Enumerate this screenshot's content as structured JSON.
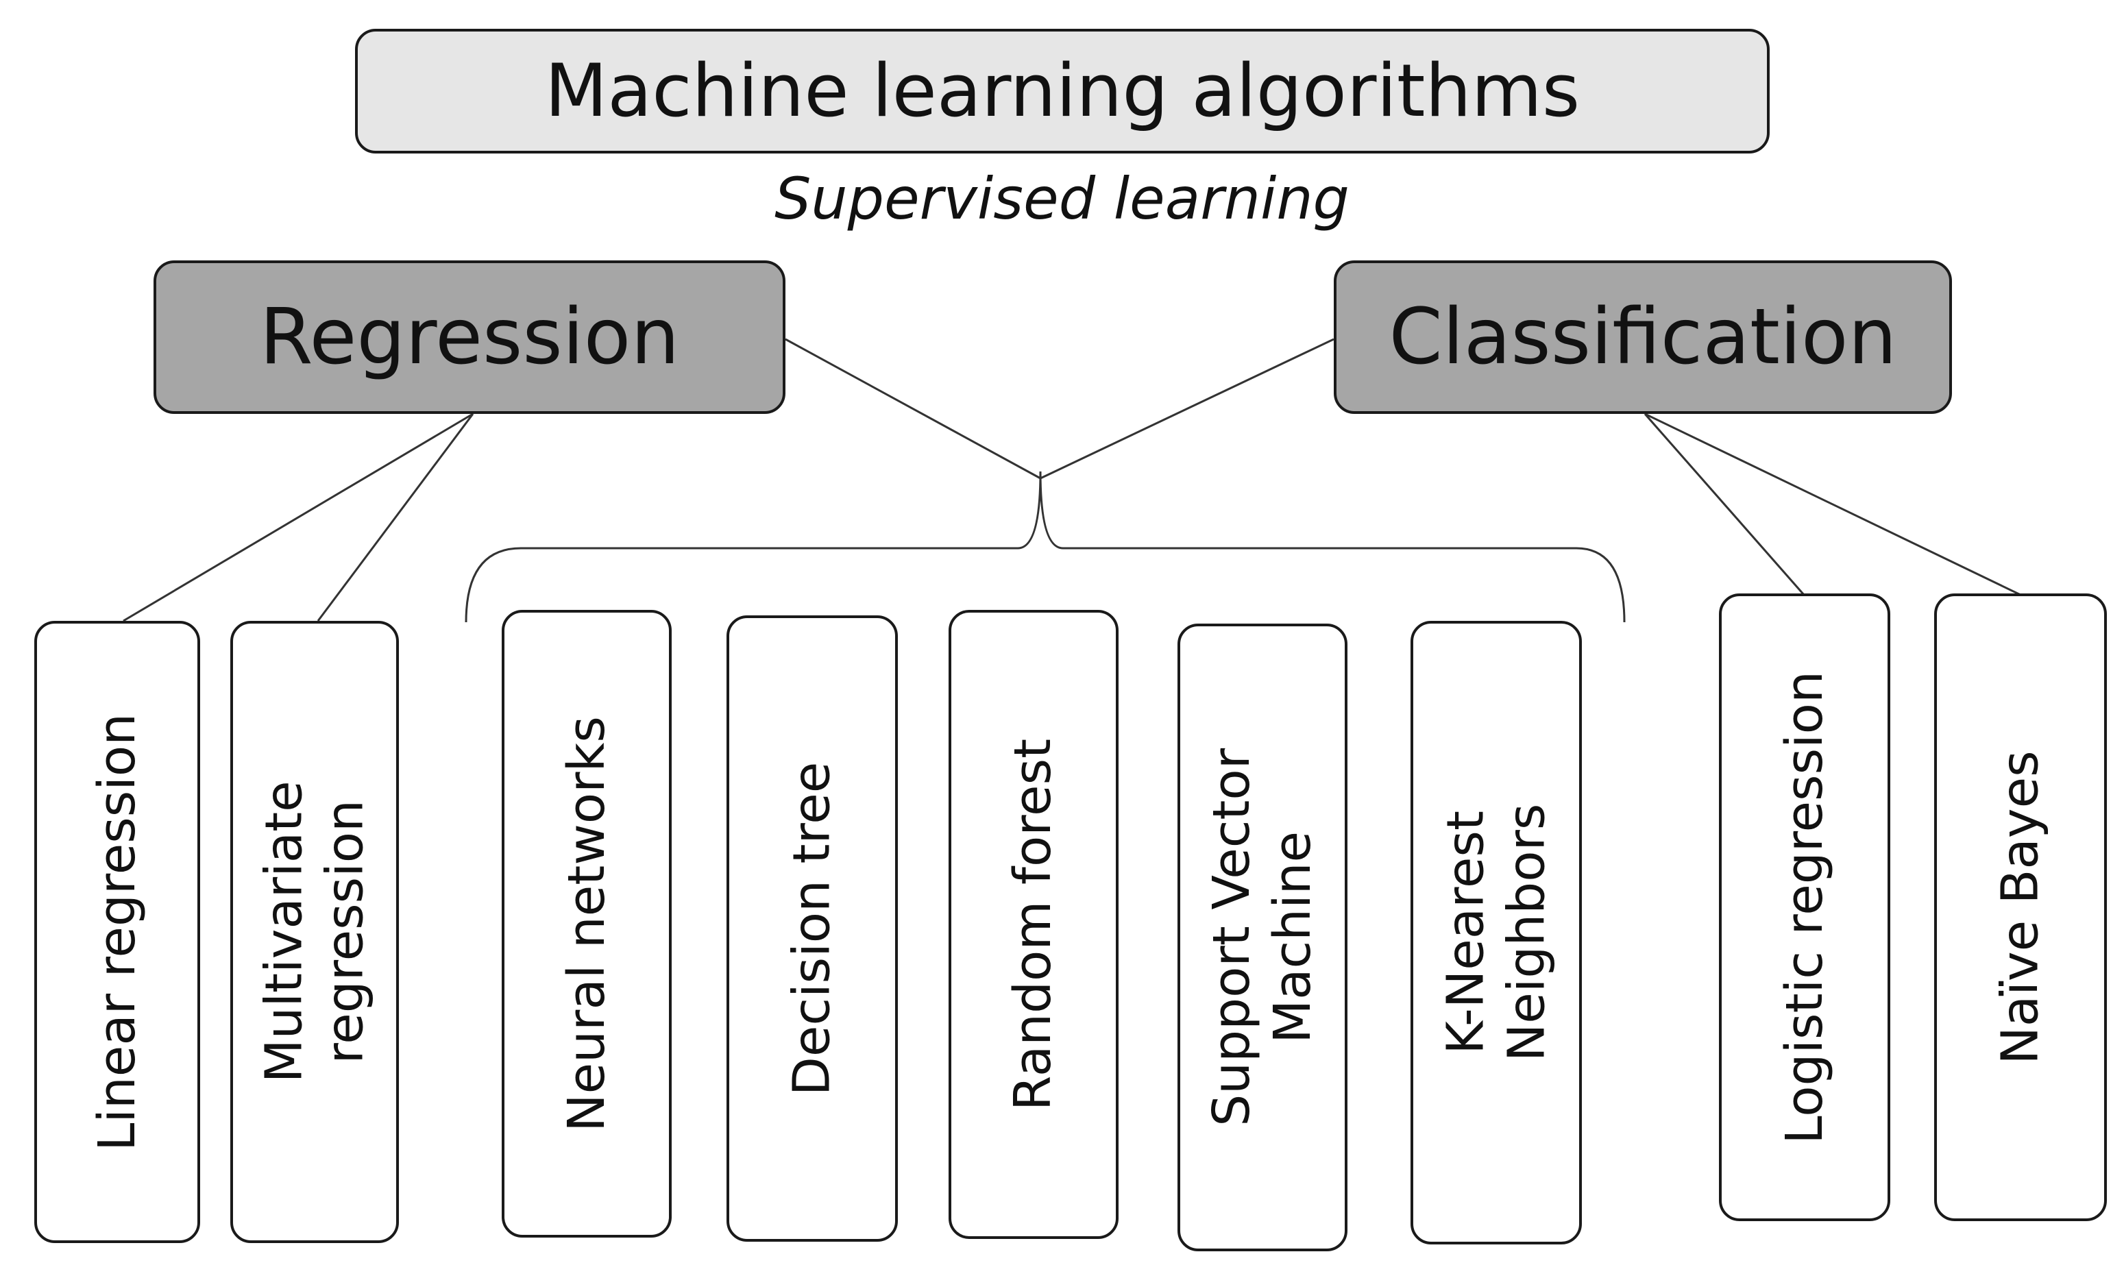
{
  "title": "Machine learning algorithms",
  "subtitle": "Supervised learning",
  "categories": {
    "regression": "Regression",
    "classification": "Classification"
  },
  "algorithms": {
    "linear_regression": [
      "Linear regression"
    ],
    "multivariate_regression": [
      "Multivariate",
      "regression"
    ],
    "neural_networks": [
      "Neural networks"
    ],
    "decision_tree": [
      "Decision tree"
    ],
    "random_forest": [
      "Random forest"
    ],
    "svm": [
      "Support Vector",
      "Machine"
    ],
    "knn": [
      "K-Nearest",
      "Neighbors"
    ],
    "logistic_regression": [
      "Logistic regression"
    ],
    "naive_bayes": [
      "Naïve Bayes"
    ]
  },
  "colors": {
    "title_fill": "#e6e6e6",
    "category_fill": "#a6a6a6",
    "leaf_fill": "#ffffff",
    "stroke": "#1a1a1a"
  }
}
